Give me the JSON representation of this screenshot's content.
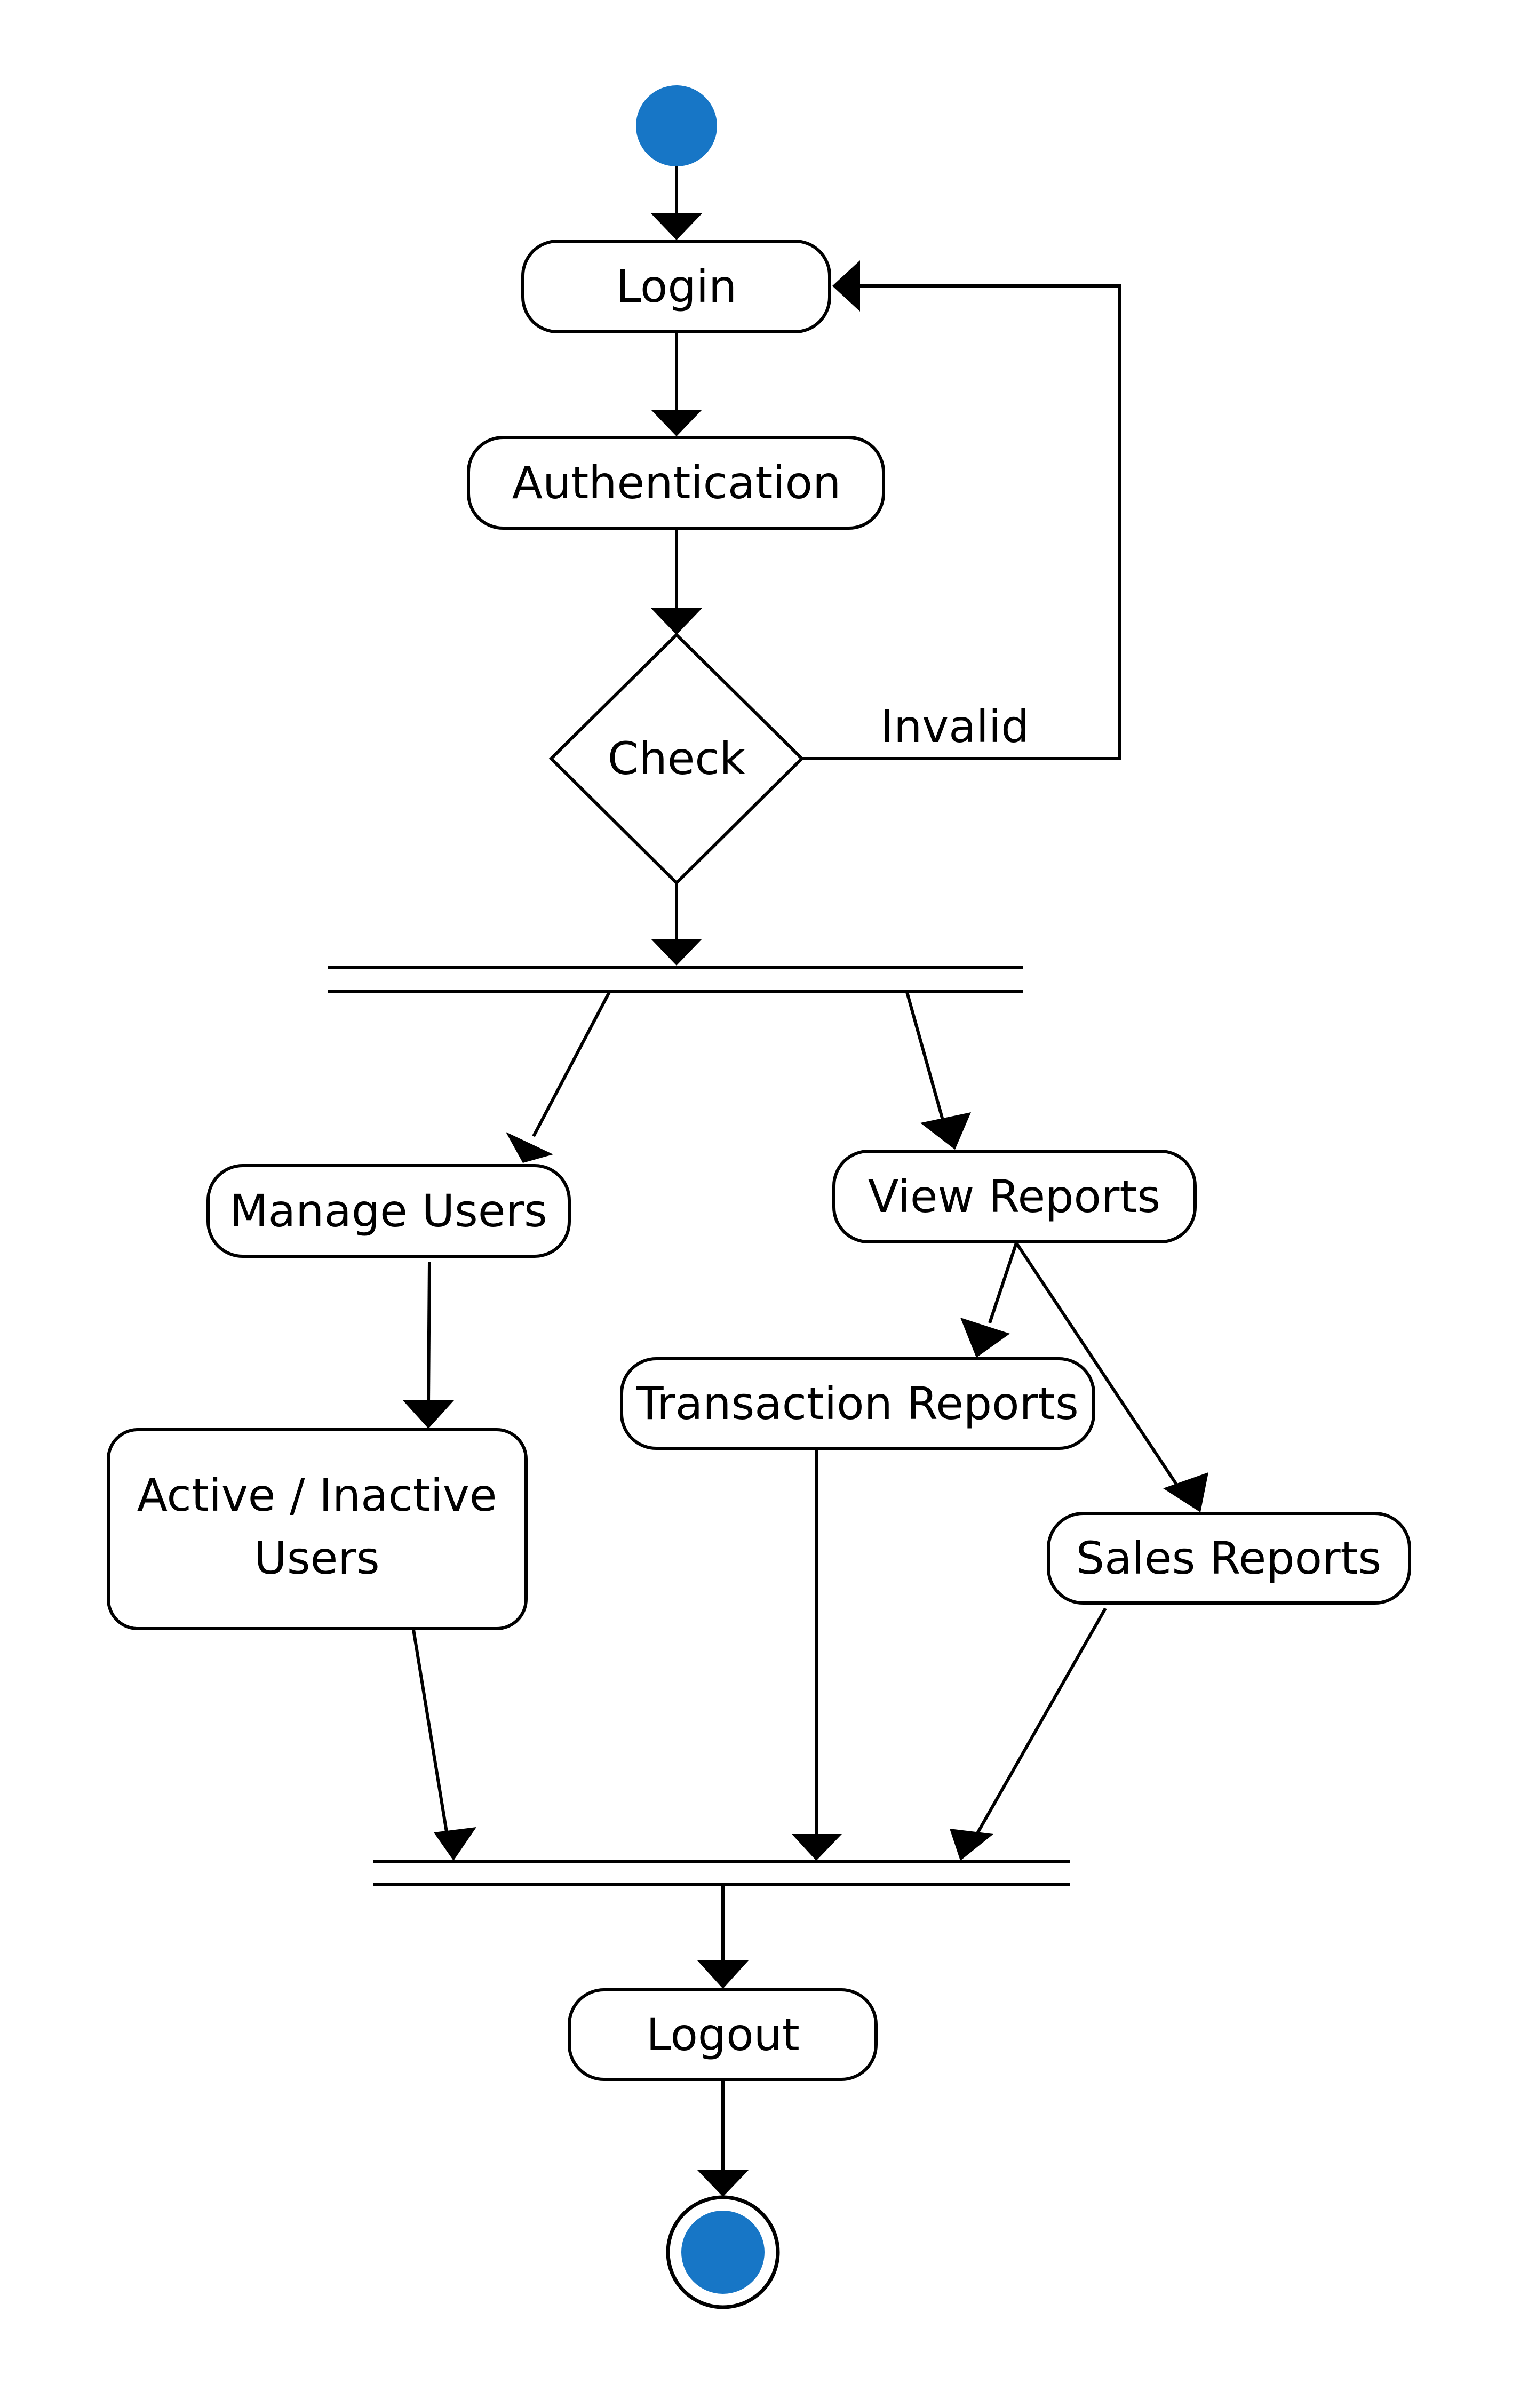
{
  "colors": {
    "stroke": "#000000",
    "start_end_fill": "#1776c6",
    "background": "#ffffff"
  },
  "nodes": {
    "start": {
      "kind": "initial-node"
    },
    "login": {
      "label": "Login"
    },
    "authentication": {
      "label": "Authentication"
    },
    "check": {
      "label": "Check",
      "kind": "decision"
    },
    "fork": {
      "kind": "fork-bar"
    },
    "manage_users": {
      "label": "Manage Users"
    },
    "view_reports": {
      "label": "View Reports"
    },
    "active_inactive": {
      "label_line1": "Active / Inactive",
      "label_line2": "Users"
    },
    "transaction_reports": {
      "label": "Transaction Reports"
    },
    "sales_reports": {
      "label": "Sales Reports"
    },
    "join": {
      "kind": "join-bar"
    },
    "logout": {
      "label": "Logout"
    },
    "end": {
      "kind": "final-node"
    }
  },
  "edges": {
    "invalid_label": "Invalid"
  }
}
